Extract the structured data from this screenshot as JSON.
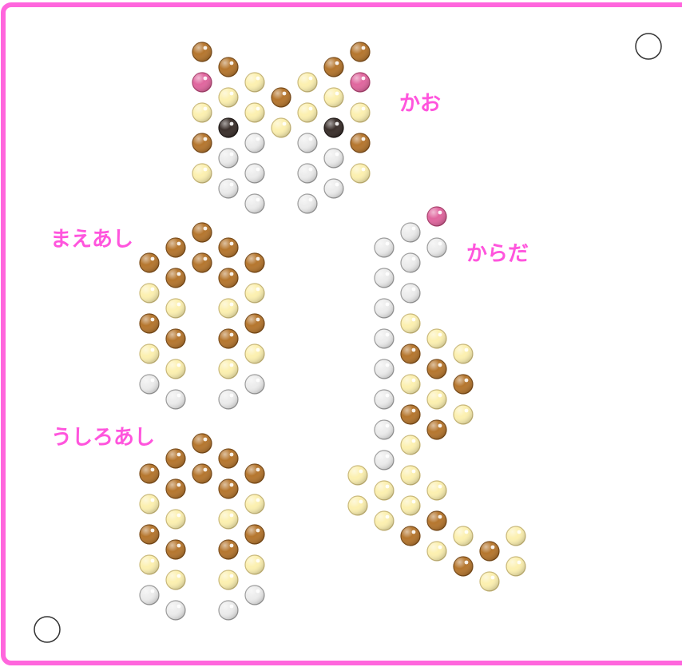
{
  "board": {
    "border_color": "#ff66dd",
    "background": "#ffffff"
  },
  "labels": {
    "face": "かお",
    "front_legs": "まえあし",
    "body": "からだ",
    "back_legs": "うしろあし"
  },
  "label_color": "#ff55dd",
  "bead_palette": {
    "brown": "#b5762e",
    "cream": "#fcf0b0",
    "white": "#ececec",
    "pink": "#e0669e",
    "black": "#3b302c"
  },
  "pattern_groups": [
    {
      "name": "face",
      "beads": [
        [
          253,
          65,
          "brown"
        ],
        [
          451,
          65,
          "brown"
        ],
        [
          286,
          84,
          "brown"
        ],
        [
          418,
          84,
          "brown"
        ],
        [
          253,
          103,
          "pink"
        ],
        [
          319,
          103,
          "cream"
        ],
        [
          385,
          103,
          "cream"
        ],
        [
          451,
          103,
          "pink"
        ],
        [
          286,
          122,
          "cream"
        ],
        [
          352,
          122,
          "brown"
        ],
        [
          418,
          122,
          "cream"
        ],
        [
          253,
          141,
          "cream"
        ],
        [
          319,
          141,
          "cream"
        ],
        [
          385,
          141,
          "cream"
        ],
        [
          451,
          141,
          "cream"
        ],
        [
          286,
          160,
          "black"
        ],
        [
          352,
          160,
          "cream"
        ],
        [
          418,
          160,
          "black"
        ],
        [
          253,
          179,
          "brown"
        ],
        [
          319,
          179,
          "white"
        ],
        [
          385,
          179,
          "white"
        ],
        [
          451,
          179,
          "brown"
        ],
        [
          286,
          198,
          "white"
        ],
        [
          418,
          198,
          "white"
        ],
        [
          253,
          217,
          "cream"
        ],
        [
          319,
          217,
          "white"
        ],
        [
          385,
          217,
          "white"
        ],
        [
          451,
          217,
          "cream"
        ],
        [
          286,
          236,
          "white"
        ],
        [
          418,
          236,
          "white"
        ],
        [
          319,
          255,
          "white"
        ],
        [
          385,
          255,
          "white"
        ]
      ]
    },
    {
      "name": "front_legs",
      "beads": [
        [
          253,
          291,
          "brown"
        ],
        [
          220,
          310,
          "brown"
        ],
        [
          286,
          310,
          "brown"
        ],
        [
          187,
          329,
          "brown"
        ],
        [
          253,
          329,
          "brown"
        ],
        [
          319,
          329,
          "brown"
        ],
        [
          220,
          348,
          "brown"
        ],
        [
          286,
          348,
          "brown"
        ],
        [
          187,
          367,
          "cream"
        ],
        [
          319,
          367,
          "cream"
        ],
        [
          220,
          386,
          "cream"
        ],
        [
          286,
          386,
          "cream"
        ],
        [
          187,
          405,
          "brown"
        ],
        [
          319,
          405,
          "brown"
        ],
        [
          220,
          424,
          "brown"
        ],
        [
          286,
          424,
          "brown"
        ],
        [
          187,
          443,
          "cream"
        ],
        [
          319,
          443,
          "cream"
        ],
        [
          220,
          462,
          "cream"
        ],
        [
          286,
          462,
          "cream"
        ],
        [
          187,
          481,
          "white"
        ],
        [
          319,
          481,
          "white"
        ],
        [
          220,
          500,
          "white"
        ],
        [
          286,
          500,
          "white"
        ]
      ]
    },
    {
      "name": "back_legs",
      "beads": [
        [
          253,
          555,
          "brown"
        ],
        [
          220,
          574,
          "brown"
        ],
        [
          286,
          574,
          "brown"
        ],
        [
          187,
          593,
          "brown"
        ],
        [
          253,
          593,
          "brown"
        ],
        [
          319,
          593,
          "brown"
        ],
        [
          220,
          612,
          "brown"
        ],
        [
          286,
          612,
          "brown"
        ],
        [
          187,
          631,
          "cream"
        ],
        [
          319,
          631,
          "cream"
        ],
        [
          220,
          650,
          "cream"
        ],
        [
          286,
          650,
          "cream"
        ],
        [
          187,
          669,
          "brown"
        ],
        [
          319,
          669,
          "brown"
        ],
        [
          220,
          688,
          "brown"
        ],
        [
          286,
          688,
          "brown"
        ],
        [
          187,
          707,
          "cream"
        ],
        [
          319,
          707,
          "cream"
        ],
        [
          220,
          726,
          "cream"
        ],
        [
          286,
          726,
          "cream"
        ],
        [
          187,
          745,
          "white"
        ],
        [
          319,
          745,
          "white"
        ],
        [
          220,
          764,
          "white"
        ],
        [
          286,
          764,
          "white"
        ]
      ]
    },
    {
      "name": "body",
      "beads": [
        [
          547,
          271,
          "pink"
        ],
        [
          514,
          291,
          "white"
        ],
        [
          481,
          310,
          "white"
        ],
        [
          547,
          310,
          "white"
        ],
        [
          514,
          329,
          "white"
        ],
        [
          481,
          348,
          "white"
        ],
        [
          514,
          367,
          "white"
        ],
        [
          481,
          386,
          "white"
        ],
        [
          514,
          405,
          "cream"
        ],
        [
          481,
          424,
          "white"
        ],
        [
          547,
          424,
          "cream"
        ],
        [
          514,
          443,
          "brown"
        ],
        [
          580,
          443,
          "cream"
        ],
        [
          481,
          462,
          "white"
        ],
        [
          547,
          462,
          "brown"
        ],
        [
          514,
          481,
          "cream"
        ],
        [
          580,
          481,
          "brown"
        ],
        [
          481,
          500,
          "white"
        ],
        [
          547,
          500,
          "cream"
        ],
        [
          514,
          519,
          "brown"
        ],
        [
          580,
          519,
          "cream"
        ],
        [
          481,
          538,
          "white"
        ],
        [
          547,
          538,
          "brown"
        ],
        [
          514,
          557,
          "cream"
        ],
        [
          481,
          576,
          "white"
        ],
        [
          448,
          595,
          "cream"
        ],
        [
          514,
          595,
          "cream"
        ],
        [
          481,
          614,
          "cream"
        ],
        [
          547,
          614,
          "cream"
        ],
        [
          448,
          633,
          "cream"
        ],
        [
          514,
          633,
          "cream"
        ],
        [
          481,
          652,
          "cream"
        ],
        [
          547,
          652,
          "brown"
        ],
        [
          514,
          671,
          "brown"
        ],
        [
          580,
          671,
          "cream"
        ],
        [
          646,
          671,
          "cream"
        ],
        [
          547,
          690,
          "cream"
        ],
        [
          613,
          690,
          "brown"
        ],
        [
          580,
          709,
          "brown"
        ],
        [
          646,
          709,
          "cream"
        ],
        [
          613,
          728,
          "cream"
        ]
      ]
    }
  ]
}
